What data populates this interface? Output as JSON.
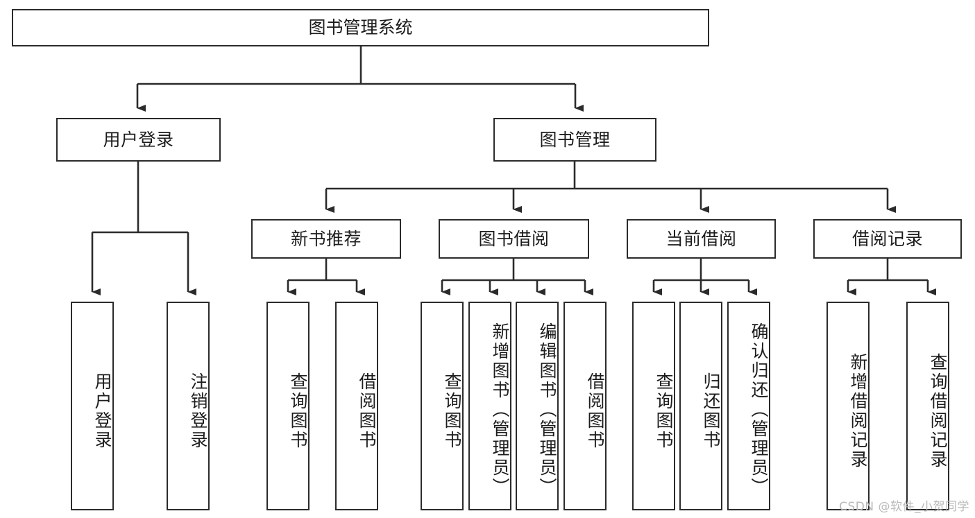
{
  "diagram": {
    "type": "tree",
    "title": "图书管理系统",
    "stroke_color": "#2b2b2b",
    "fill_color": "#ffffff",
    "text_color": "#1c1c1c",
    "nodes": {
      "root": "图书管理系统",
      "user_login": "用户登录",
      "book_manage": "图书管理",
      "new_book_rec": "新书推荐",
      "book_borrow": "图书借阅",
      "current_borrow": "当前借阅",
      "borrow_record": "借阅记录",
      "leaf_user_login": "用户登录",
      "leaf_user_logout": "注销登录",
      "leaf_query_book_1": "查询图书",
      "leaf_borrow_book_1": "借阅图书",
      "leaf_query_book_2": "查询图书",
      "leaf_add_book_admin": "新增图书（管理员）",
      "leaf_edit_book_admin": "编辑图书（管理员）",
      "leaf_borrow_book_2": "借阅图书",
      "leaf_query_book_3": "查询图书",
      "leaf_return_book": "归还图书",
      "leaf_confirm_return_admin": "确认归还（管理员）",
      "leaf_add_borrow_record": "新增借阅记录",
      "leaf_query_borrow_record": "查询借阅记录"
    }
  },
  "watermark": {
    "text": "CSDN @软件_小贺同学"
  }
}
